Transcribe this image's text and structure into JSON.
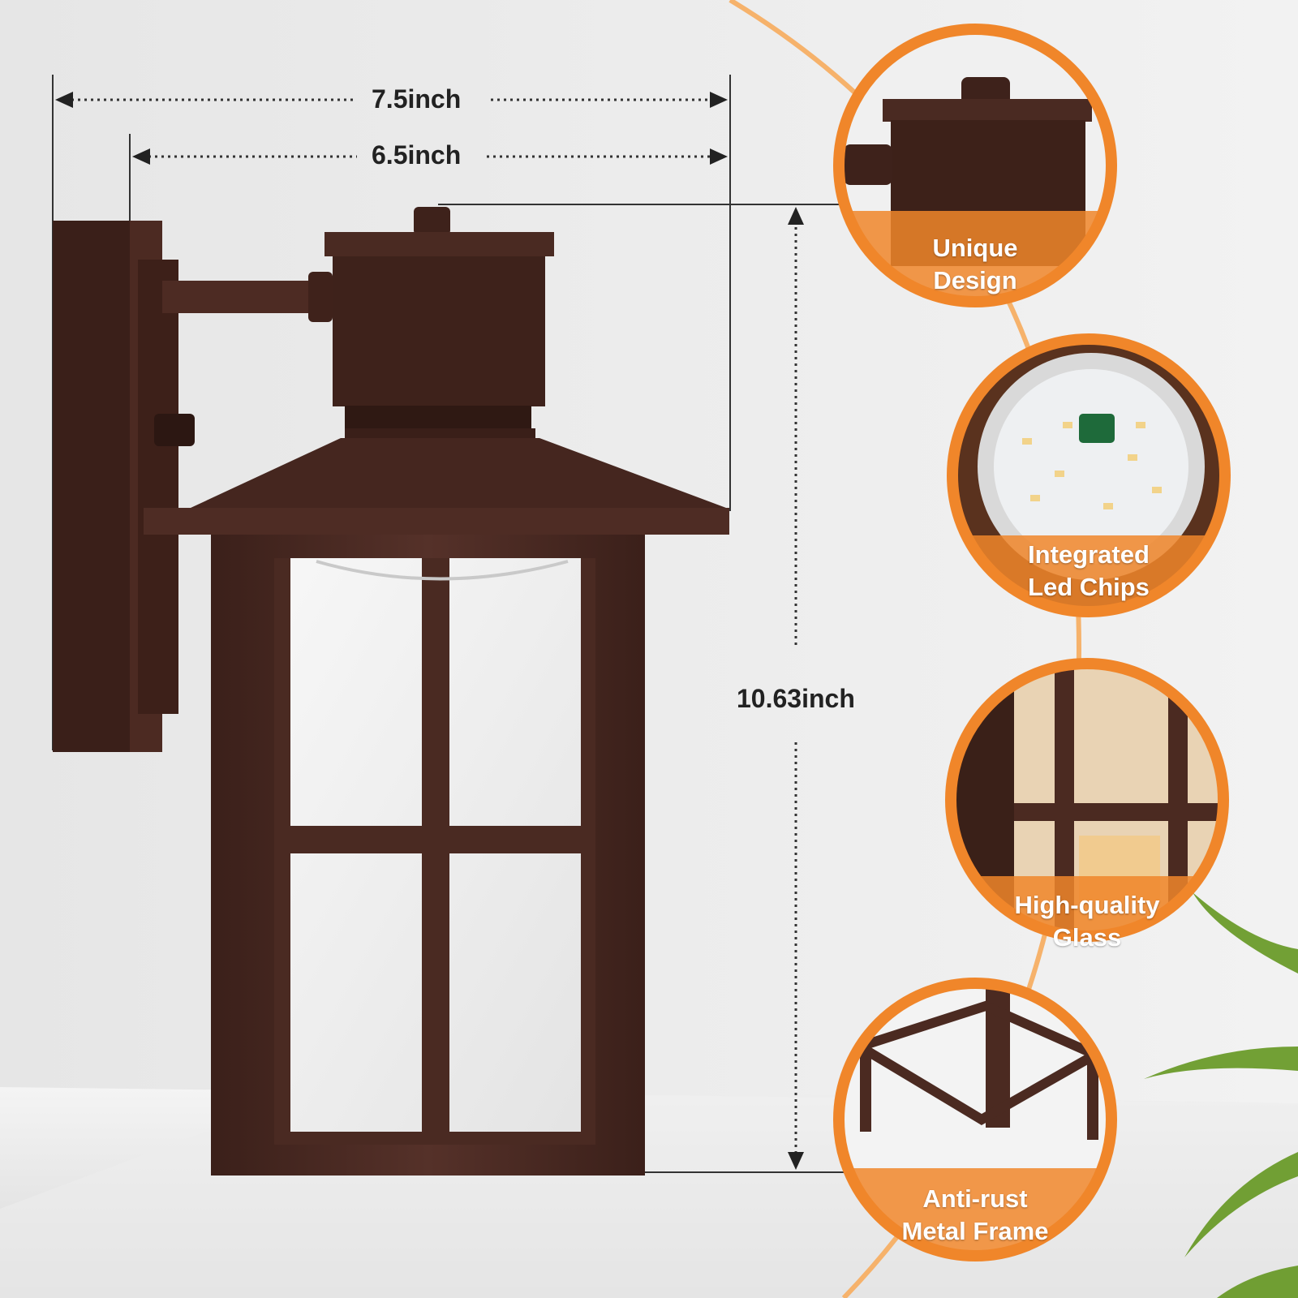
{
  "dimensions": {
    "width_outer": "7.5inch",
    "width_inner": "6.5inch",
    "height": "10.63inch"
  },
  "features": [
    {
      "line1": "Unique",
      "line2": "Design",
      "icon": "junction-box-icon"
    },
    {
      "line1": "Integrated",
      "line2": "Led Chips",
      "icon": "led-chip-board-icon"
    },
    {
      "line1": "High-quality",
      "line2": "Glass",
      "icon": "glass-pane-icon"
    },
    {
      "line1": "Anti-rust",
      "line2": "Metal Frame",
      "icon": "metal-frame-icon"
    }
  ],
  "colors": {
    "accent": "#f0862a",
    "fixture": "#4a2a22",
    "background": "#e9e9e9"
  }
}
